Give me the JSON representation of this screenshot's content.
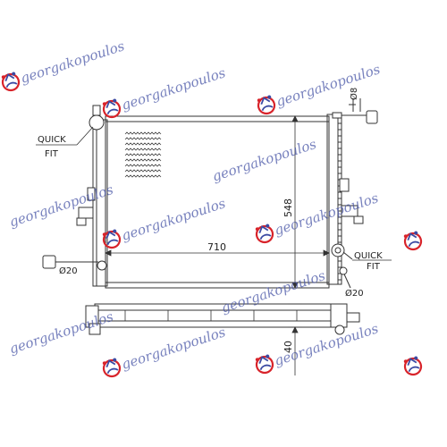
{
  "drawing": {
    "width_label": "710",
    "height_label": "548",
    "thickness_label": "40",
    "top_pipe_label": "Ø8",
    "left_pipe_label": "Ø20",
    "right_pipe_label": "Ø20",
    "quick_fit_left": [
      "QUICK",
      "FIT"
    ],
    "quick_fit_right": [
      "QUICK",
      "FIT"
    ]
  },
  "watermark": {
    "text": "georgakopoulos",
    "colors": {
      "red": "#d8232a",
      "blue": "#3b4aa3"
    }
  }
}
